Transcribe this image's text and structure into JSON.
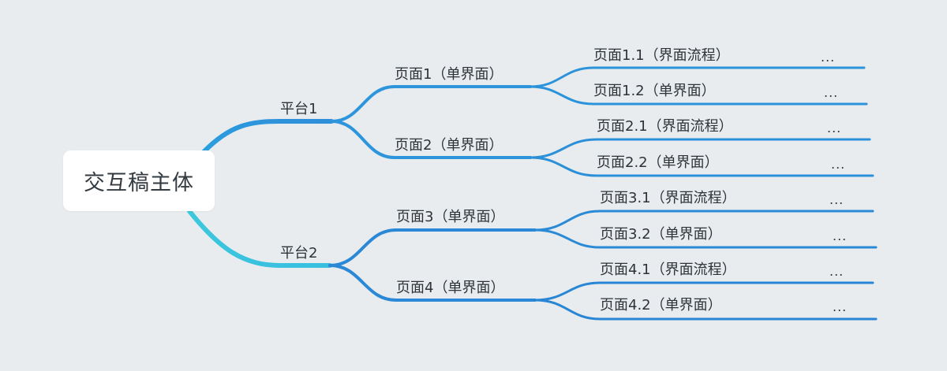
{
  "root": {
    "label": "交互稿主体"
  },
  "platforms": [
    {
      "label": "平台1",
      "pages": [
        {
          "label": "页面1（单界面）",
          "children": [
            {
              "label": "页面1.1（界面流程）",
              "more": "..."
            },
            {
              "label": "页面1.2（单界面）",
              "more": "..."
            }
          ]
        },
        {
          "label": "页面2（单界面）",
          "children": [
            {
              "label": "页面2.1（界面流程）",
              "more": "..."
            },
            {
              "label": "页面2.2（单界面）",
              "more": "..."
            }
          ]
        }
      ]
    },
    {
      "label": "平台2",
      "pages": [
        {
          "label": "页面3（单界面）",
          "children": [
            {
              "label": "页面3.1（界面流程）",
              "more": "..."
            },
            {
              "label": "页面3.2（单界面）",
              "more": "..."
            }
          ]
        },
        {
          "label": "页面4（单界面）",
          "children": [
            {
              "label": "页面4.1（界面流程）",
              "more": "..."
            },
            {
              "label": "页面4.2（单界面）",
              "more": "..."
            }
          ]
        }
      ]
    }
  ],
  "colors": {
    "background": "#e9ecef",
    "branch_blue": "#2d8fd9",
    "branch_cyan": "#3dc6dc",
    "leaf_line": "#2b8bd6",
    "text": "#2d3338"
  }
}
